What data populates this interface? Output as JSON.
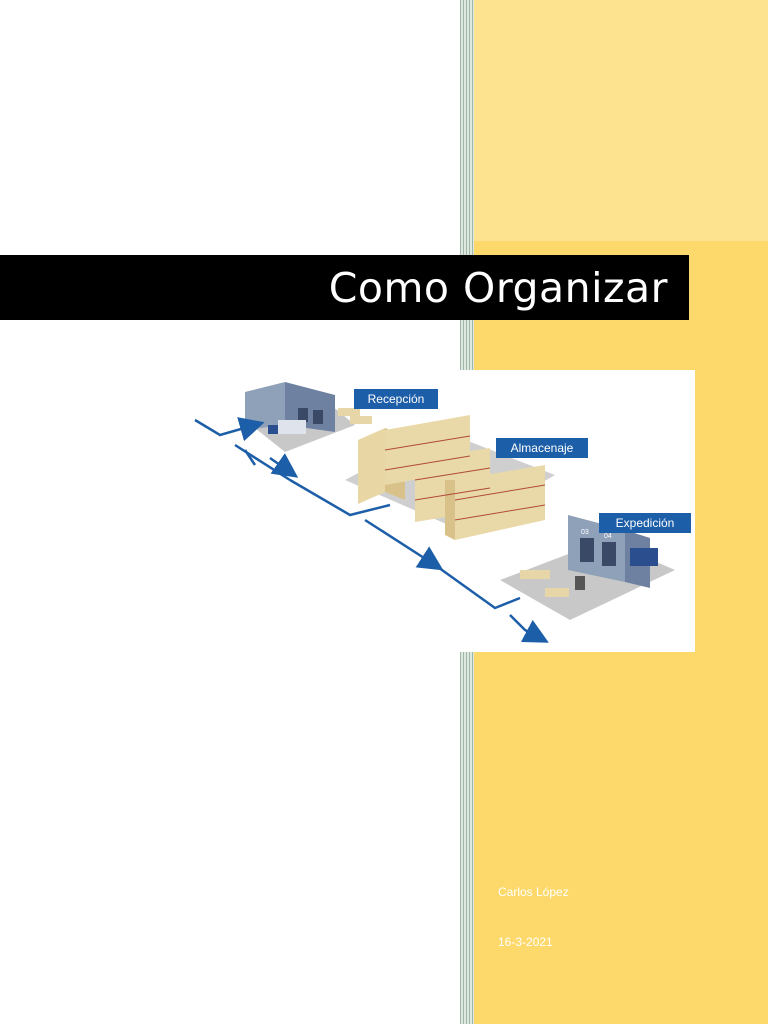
{
  "document": {
    "title": "Como Organizar",
    "author": "Carlos López",
    "date": "16-3-2021"
  },
  "figure": {
    "stages": [
      "Recepción",
      "Almacenaje",
      "Expedición"
    ],
    "dock_numbers": [
      "03",
      "04"
    ]
  },
  "colors": {
    "banner": "#000000",
    "gold_panel": "#fdd96b",
    "gold_top": "#fde28f",
    "flow_blue": "#1d5ea8"
  }
}
